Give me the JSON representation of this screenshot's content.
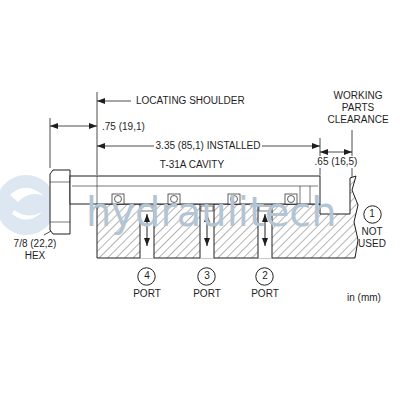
{
  "diagram": {
    "nodes": [
      {
        "text": [
          "1",
          "NOT USED"
        ]
      },
      {
        "text": [
          "4",
          "PORT"
        ]
      },
      {
        "text": [
          "3",
          "PORT"
        ]
      },
      {
        "text": [
          "2",
          "PORT"
        ]
      }
    ],
    "labels": [
      "LOCATING SHOULDER",
      ".75 (19,1)",
      "3.35 (85,1) INSTALLED",
      "T-31A CAVITY",
      "WORKING PARTS CLEARANCE",
      ".65 (16,5)",
      "7/8 (22,2) HEX",
      "in (mm)",
      "hydraulitech"
    ]
  }
}
